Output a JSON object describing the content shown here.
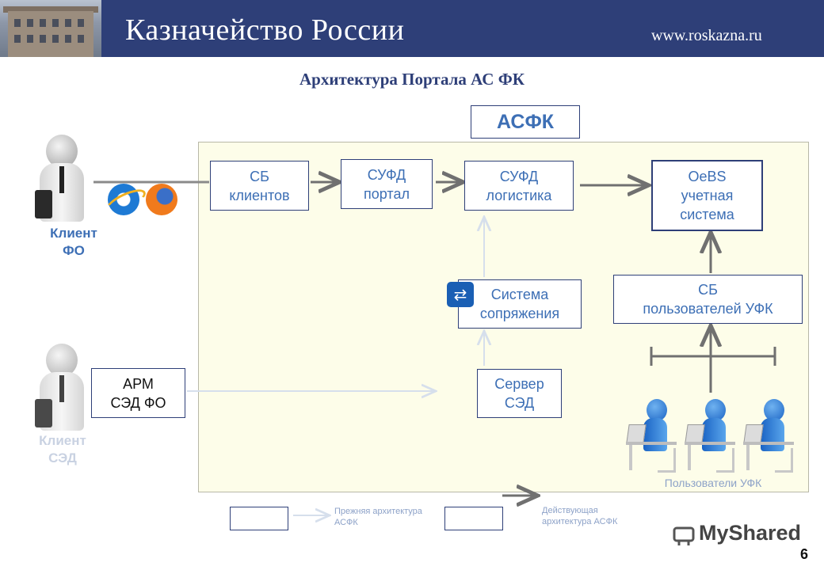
{
  "header": {
    "title": "Казначейство России",
    "url": "www.roskazna.ru"
  },
  "slide": {
    "title": "Архитектура Портала АС ФК",
    "page_number": "6"
  },
  "diagram": {
    "top_label": "АСФК",
    "nodes": {
      "sb_clients": "СБ\nклиентов",
      "sufd_portal": "СУФД\nпортал",
      "sufd_logistics": "СУФД\nлогистика",
      "oebs": "OeBS\nучетная\nсистема",
      "integration": "Система\nсопряжения",
      "sb_users_ufk": "СБ\nпользователей УФК",
      "arm_sed": "АРМ\nСЭД ФО",
      "sed_server": "Сервер\nСЭД"
    },
    "actors": {
      "client_fo": "Клиент\nФО",
      "client_sed": "Клиент\nСЭД",
      "ufk_users": "Пользователи УФК"
    },
    "legend": {
      "old": "Прежняя архитектура\nАСФК",
      "current": "Действующая\nархитектура АСФК"
    }
  },
  "watermark": {
    "brand_my": "My",
    "brand_shared": "Shared"
  },
  "colors": {
    "header_bg": "#2e3f78",
    "accent_blue": "#3d6fb5",
    "area_bg": "#fdfde9",
    "arrow": "#707070"
  },
  "icons": [
    "user-icon",
    "briefcase-icon",
    "internet-explorer-icon",
    "firefox-icon",
    "switch-icon",
    "worker-icon",
    "myshared-logo-icon"
  ]
}
